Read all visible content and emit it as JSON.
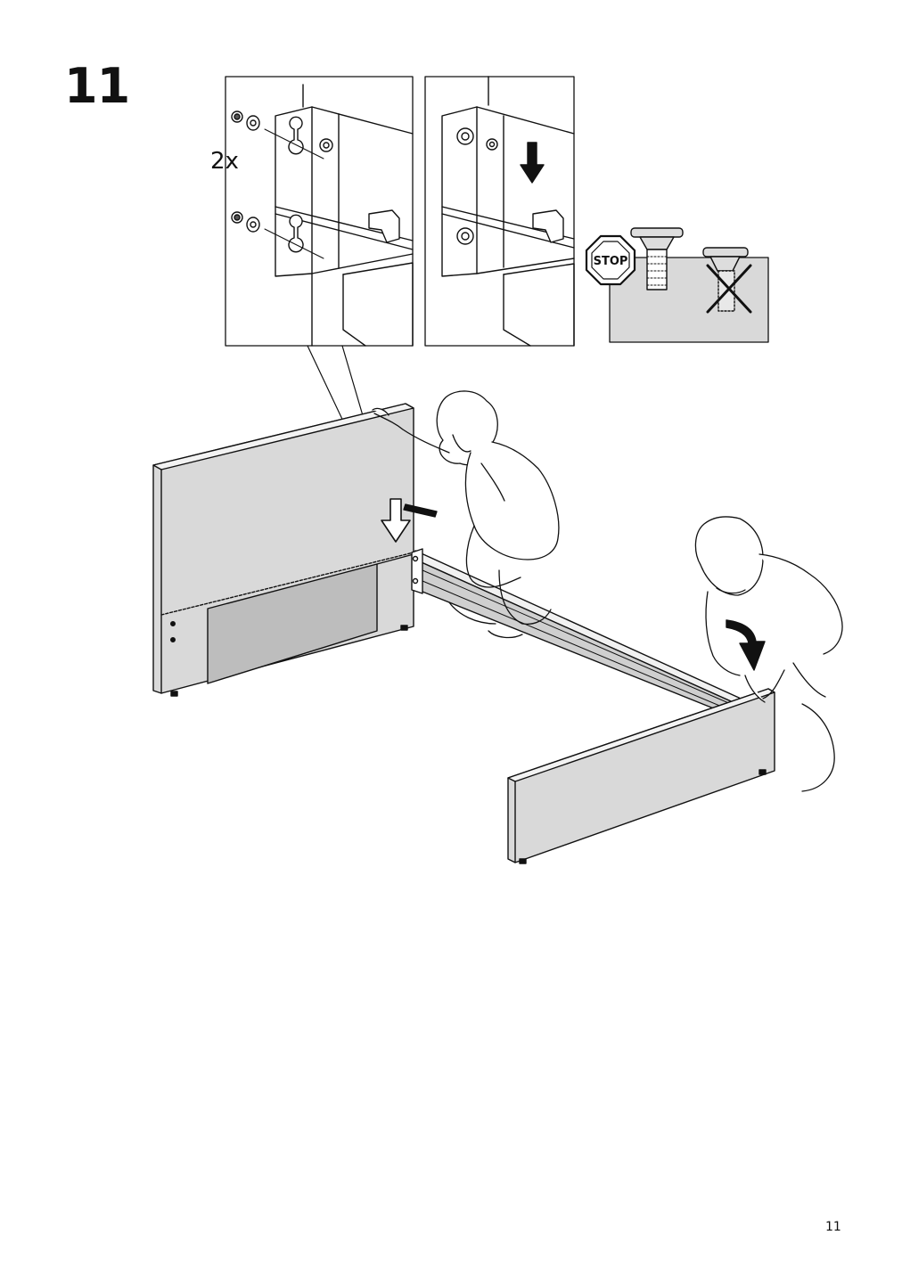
{
  "step": {
    "number": "11"
  },
  "detail_panel": {
    "quantity_label": "2x"
  },
  "warning": {
    "stop_label": "STOP"
  },
  "page": {
    "number": "11"
  }
}
